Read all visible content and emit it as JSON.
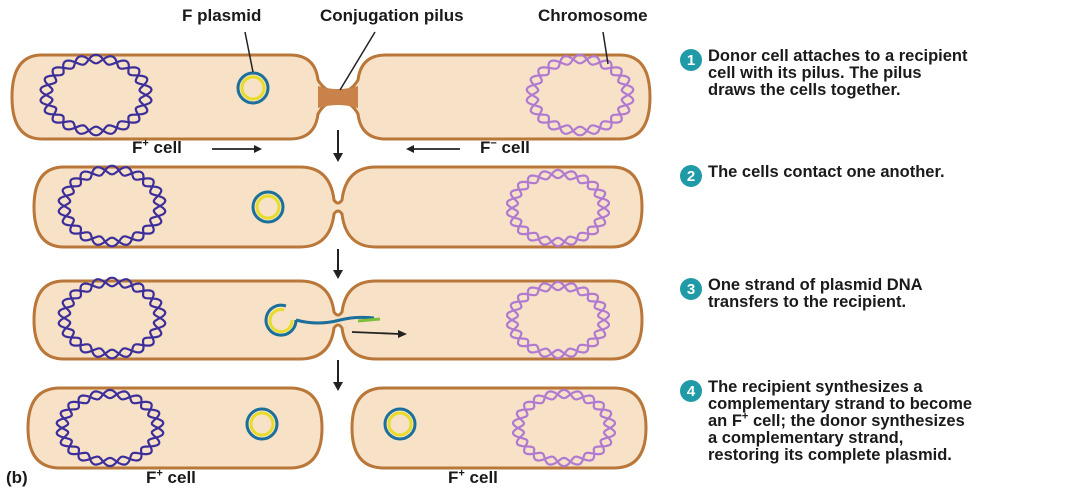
{
  "labels": {
    "f_plasmid": "F plasmid",
    "conjugation_pilus": "Conjugation pilus",
    "chromosome": "Chromosome",
    "panel": "(b)",
    "f_plus_cell": {
      "base": "F",
      "sup": "+",
      "rest": " cell"
    },
    "f_minus_cell": {
      "base": "F",
      "sup": "−",
      "rest": " cell"
    }
  },
  "steps": [
    {
      "number": "1",
      "text": "Donor cell attaches to a recipient\ncell with its pilus. The pilus\ndraws the cells together."
    },
    {
      "number": "2",
      "text": "The cells contact one another."
    },
    {
      "number": "3",
      "text": "One strand of plasmid DNA\ntransfers to the recipient."
    },
    {
      "number": "4",
      "text_line1": "The recipient synthesizes a",
      "text_line2": "complementary strand to become",
      "text_line3_a": "an F",
      "text_line3_sup": "+",
      "text_line3_b": " cell; the donor synthesizes",
      "text_line4": "a complementary strand,",
      "text_line5": "restoring its complete plasmid."
    }
  ],
  "colors": {
    "cell_fill": "#f7e2c8",
    "cell_stroke": "#b9773a",
    "donor_chromosome": "#3d2f9a",
    "recipient_chromosome": "#b07ad0",
    "plasmid_outer": "#1b6f9a",
    "plasmid_inner": "#e6dc2a",
    "badge": "#1f9aa6"
  }
}
